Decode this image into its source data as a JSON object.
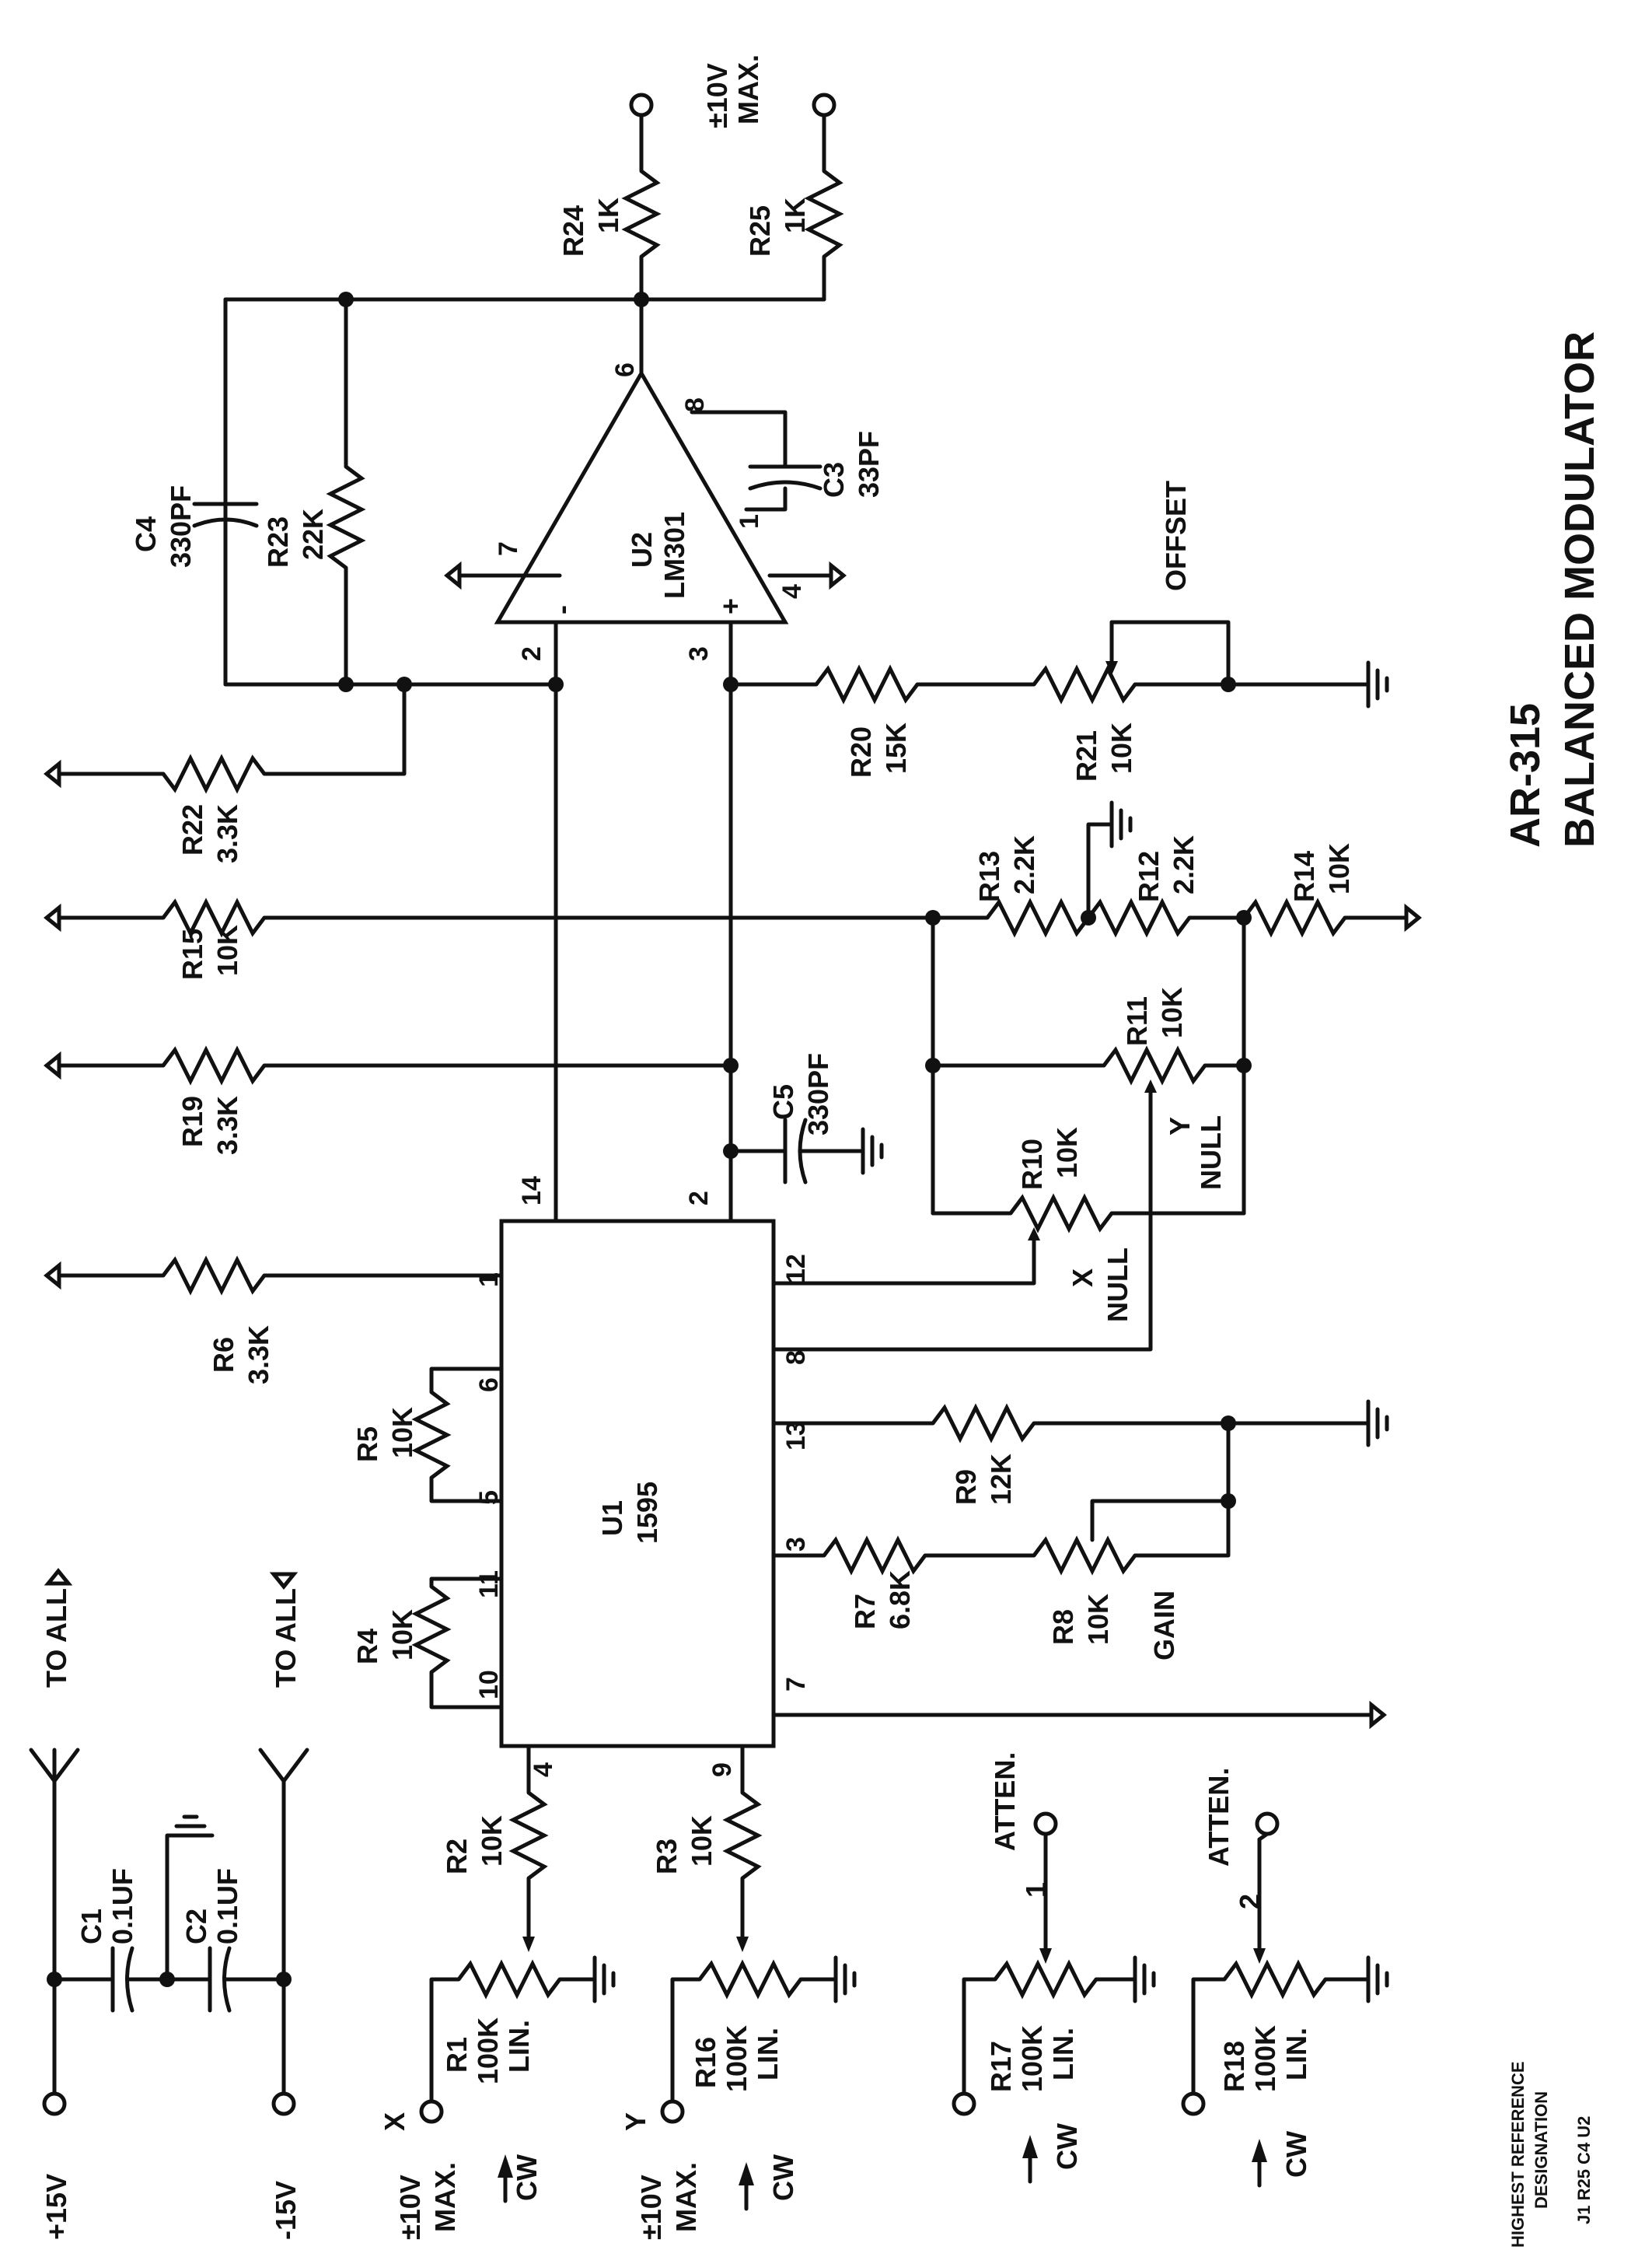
{
  "title": {
    "model": "AR-315",
    "name": "BALANCED MODULATOR"
  },
  "highest_reference": {
    "heading1": "HIGHEST REFERENCE",
    "heading2": "DESIGNATION",
    "values": "J1  R25  C4  U2"
  },
  "power": {
    "pos": "+15V",
    "neg": "-15V",
    "to_all_pos": "TO ALL",
    "to_all_neg": "TO ALL"
  },
  "components": {
    "c1": {
      "ref": "C1",
      "value": "0.1UF"
    },
    "c2": {
      "ref": "C2",
      "value": "0.1UF"
    },
    "c3": {
      "ref": "C3",
      "value": "33PF"
    },
    "c4": {
      "ref": "C4",
      "value": "330PF"
    },
    "c5": {
      "ref": "C5",
      "value": "330PF"
    },
    "r1": {
      "ref": "R1",
      "value": "100K",
      "note": "LIN."
    },
    "r2": {
      "ref": "R2",
      "value": "10K"
    },
    "r3": {
      "ref": "R3",
      "value": "10K"
    },
    "r4": {
      "ref": "R4",
      "value": "10K"
    },
    "r5": {
      "ref": "R5",
      "value": "10K"
    },
    "r6": {
      "ref": "R6",
      "value": "3.3K"
    },
    "r7": {
      "ref": "R7",
      "value": "6.8K"
    },
    "r8": {
      "ref": "R8",
      "value": "10K",
      "label": "GAIN"
    },
    "r9": {
      "ref": "R9",
      "value": "12K"
    },
    "r10": {
      "ref": "R10",
      "value": "10K",
      "label1": "X",
      "label2": "NULL"
    },
    "r11": {
      "ref": "R11",
      "value": "10K",
      "label1": "Y",
      "label2": "NULL"
    },
    "r12": {
      "ref": "R12",
      "value": "2.2K"
    },
    "r13": {
      "ref": "R13",
      "value": "2.2K"
    },
    "r14": {
      "ref": "R14",
      "value": "10K"
    },
    "r15": {
      "ref": "R15",
      "value": "10K"
    },
    "r16": {
      "ref": "R16",
      "value": "100K",
      "note": "LIN."
    },
    "r17": {
      "ref": "R17",
      "value": "100K",
      "note": "LIN."
    },
    "r18": {
      "ref": "R18",
      "value": "100K",
      "note": "LIN."
    },
    "r19": {
      "ref": "R19",
      "value": "3.3K"
    },
    "r20": {
      "ref": "R20",
      "value": "15K"
    },
    "r21": {
      "ref": "R21",
      "value": "10K",
      "label": "OFFSET"
    },
    "r22": {
      "ref": "R22",
      "value": "3.3K"
    },
    "r23": {
      "ref": "R23",
      "value": "22K"
    },
    "r24": {
      "ref": "R24",
      "value": "1K"
    },
    "r25": {
      "ref": "R25",
      "value": "1K"
    },
    "u1": {
      "ref": "U1",
      "value": "1595"
    },
    "u2": {
      "ref": "U2",
      "value": "LM301"
    }
  },
  "u1_pins": {
    "p1": "1",
    "p2": "2",
    "p3": "3",
    "p4": "4",
    "p5": "5",
    "p6": "6",
    "p7": "7",
    "p8": "8",
    "p9": "9",
    "p10": "10",
    "p11": "11",
    "p12": "12",
    "p13": "13",
    "p14": "14"
  },
  "u2_pins": {
    "p1": "1",
    "p2": "2",
    "p3": "3",
    "p4": "4",
    "p6": "6",
    "p7": "7",
    "p8": "8",
    "minus": "-",
    "plus": "+"
  },
  "inputs": {
    "x_label": "X",
    "y_label": "Y",
    "range": "±10V",
    "max": "MAX.",
    "cw": "CW",
    "atten1_line1": "ATTEN.",
    "atten1_line2": "1",
    "atten2_line1": "ATTEN.",
    "atten2_line2": "2"
  },
  "output": {
    "range": "±10V",
    "max": "MAX."
  }
}
